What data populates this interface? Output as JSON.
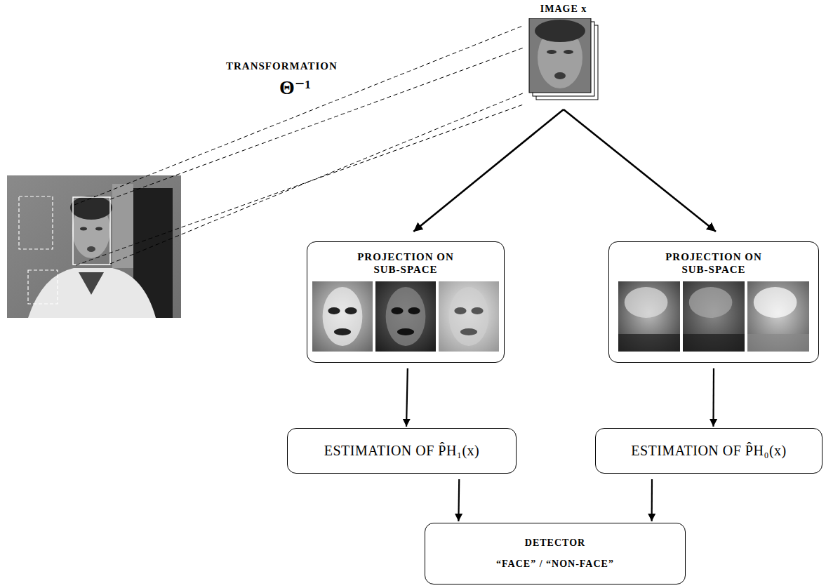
{
  "diagram": {
    "nodes": [
      {
        "text": [
          "IMAGE x"
        ]
      },
      {
        "text": [
          "PROJECTION ON SUB-SPACE"
        ]
      },
      {
        "text": [
          "PROJECTION ON SUB-SPACE"
        ]
      },
      {
        "text": [
          "ESTIMATION OF P̂H₁(x)"
        ]
      },
      {
        "text": [
          "ESTIMATION OF P̂H₀(x)"
        ]
      },
      {
        "text": [
          "DETECTOR",
          "“FACE” / “NON-FACE”"
        ]
      }
    ],
    "edges": [
      {
        "from": 0,
        "to": 1,
        "arrow": "to"
      },
      {
        "from": 0,
        "to": 2,
        "arrow": "to"
      },
      {
        "from": 1,
        "to": 3,
        "arrow": "to"
      },
      {
        "from": 2,
        "to": 4,
        "arrow": "to"
      },
      {
        "from": 3,
        "to": 5,
        "arrow": "to"
      },
      {
        "from": 4,
        "to": 5,
        "arrow": "to"
      }
    ],
    "labels": [
      "TRANSFORMATION",
      "Θ⁻¹"
    ]
  }
}
